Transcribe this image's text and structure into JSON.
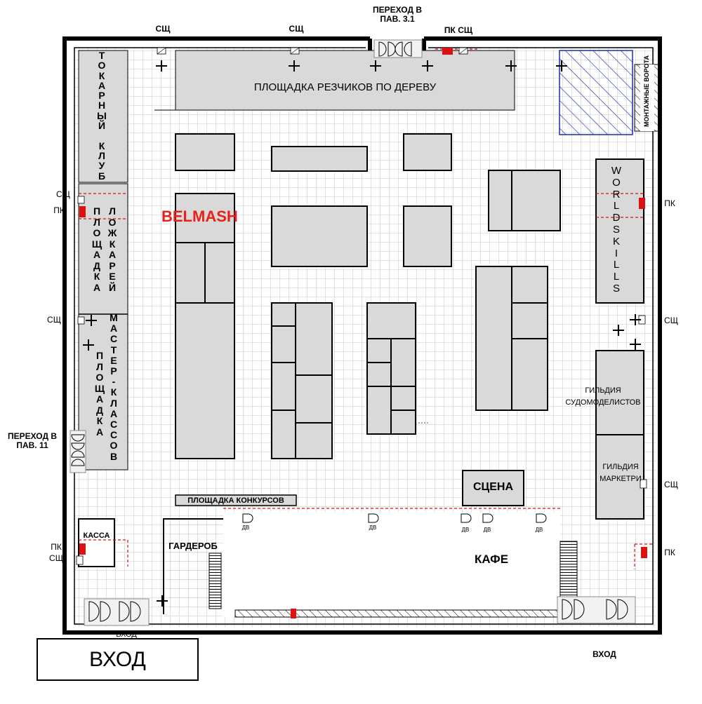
{
  "labels": {
    "woodcarvers": "ПЛОЩАДКА РЕЗЧИКОВ ПО ДЕРЕВУ",
    "turners_club": "Т\nО\nК\nА\nР\nН\nЫ\nЙ\n\nК\nЛ\nУ\nБ",
    "spoon_col1": "П\nЛ\nО\nЩ\nА\nД\nК\nА",
    "spoon_col2": "Л\nО\nЖ\nК\nА\nР\nЕ\nЙ",
    "master_col1": "П\nЛ\nО\nЩ\nА\nД\nК\nА",
    "master_col2": "М\nА\nС\nТ\nЕ\nР\n-\nК\nЛ\nА\nС\nС\nО\nВ",
    "worldskills": "W\nO\nR\nL\nD\nS\nK\nI\nL\nL\nS",
    "montage_gate": "МОНТАЖНЫЕ ВОРОТА",
    "belmash": "BELMASH",
    "shipmodelers": "ГИЛЬДИЯ СУДОМОДЕЛИСТОВ",
    "marketers": "ГИЛЬДИЯ МАРКЕТРИ",
    "stage": "СЦЕНА",
    "contests": "ПЛОЩАДКА КОНКУРСОВ",
    "cashier": "КАССА",
    "cloakroom": "ГАРДЕРОБ",
    "cafe": "КАФЕ",
    "passage_31": "ПЕРЕХОД В ПАВ. 3.1",
    "passage_11": "ПЕРЕХОД В ПАВ. 11",
    "entrance_big": "ВХОД",
    "entrance_left_small": "ВХОД",
    "entrance_right": "ВХОД",
    "sshch": "СЩ",
    "pk": "ПК",
    "pk_sshch": "ПК СЩ",
    "dv": "ДВ"
  },
  "colors": {
    "wall": "#000000",
    "grid_line": "#b8b8b8",
    "booth_fill": "#d9d9d9",
    "brand_red": "#e8201c",
    "fire_red": "#dd1111",
    "hatch_blue": "#1a2fa6"
  }
}
